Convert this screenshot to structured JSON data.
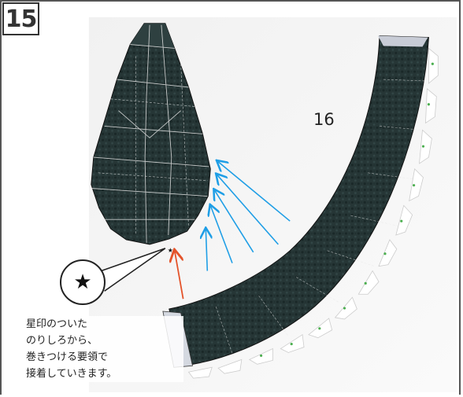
{
  "step": {
    "number": "15"
  },
  "parts": {
    "strip_label": "16"
  },
  "callout": {
    "symbol": "★"
  },
  "instruction": {
    "lines": [
      "星印のついた",
      "のりしろから、",
      "巻きつける要領で",
      "接着していきます。"
    ]
  },
  "colors": {
    "paper_dark": "#253535",
    "arrow_blue": "#1e9ee6",
    "arrow_red": "#e4532a",
    "border": "#555555"
  }
}
